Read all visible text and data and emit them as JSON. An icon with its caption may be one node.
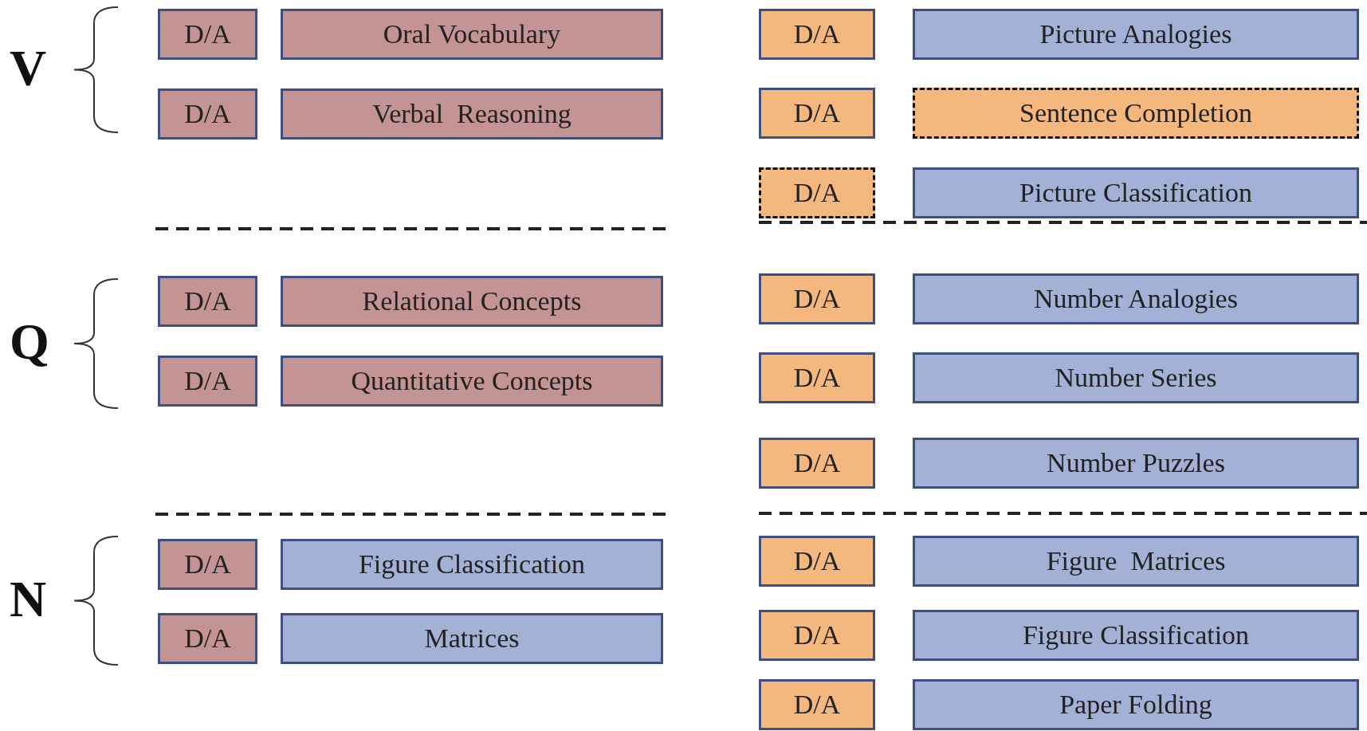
{
  "diagram": {
    "nodes": [
      {
        "text": [
          "D/A"
        ]
      },
      {
        "text": [
          "Oral Vocabulary"
        ]
      },
      {
        "text": [
          "D/A"
        ]
      },
      {
        "text": [
          "Verbal  Reasoning"
        ]
      },
      {
        "text": [
          "D/A"
        ]
      },
      {
        "text": [
          "Relational Concepts"
        ]
      },
      {
        "text": [
          "D/A"
        ]
      },
      {
        "text": [
          "Quantitative Concepts"
        ]
      },
      {
        "text": [
          "D/A"
        ]
      },
      {
        "text": [
          "Figure Classification"
        ]
      },
      {
        "text": [
          "D/A"
        ]
      },
      {
        "text": [
          "Matrices"
        ]
      },
      {
        "text": [
          "D/A"
        ]
      },
      {
        "text": [
          "Picture Analogies"
        ]
      },
      {
        "text": [
          "D/A"
        ]
      },
      {
        "text": [
          "Sentence Completion"
        ]
      },
      {
        "text": [
          "D/A"
        ]
      },
      {
        "text": [
          "Picture Classification"
        ]
      },
      {
        "text": [
          "D/A"
        ]
      },
      {
        "text": [
          "Number Analogies"
        ]
      },
      {
        "text": [
          "D/A"
        ]
      },
      {
        "text": [
          "Number Series"
        ]
      },
      {
        "text": [
          "D/A"
        ]
      },
      {
        "text": [
          "Number Puzzles"
        ]
      },
      {
        "text": [
          "D/A"
        ]
      },
      {
        "text": [
          "Figure  Matrices"
        ]
      },
      {
        "text": [
          "D/A"
        ]
      },
      {
        "text": [
          "Figure Classification"
        ]
      },
      {
        "text": [
          "D/A"
        ]
      },
      {
        "text": [
          "Paper Folding"
        ]
      }
    ],
    "labels": [
      "V",
      "Q",
      "N"
    ]
  }
}
